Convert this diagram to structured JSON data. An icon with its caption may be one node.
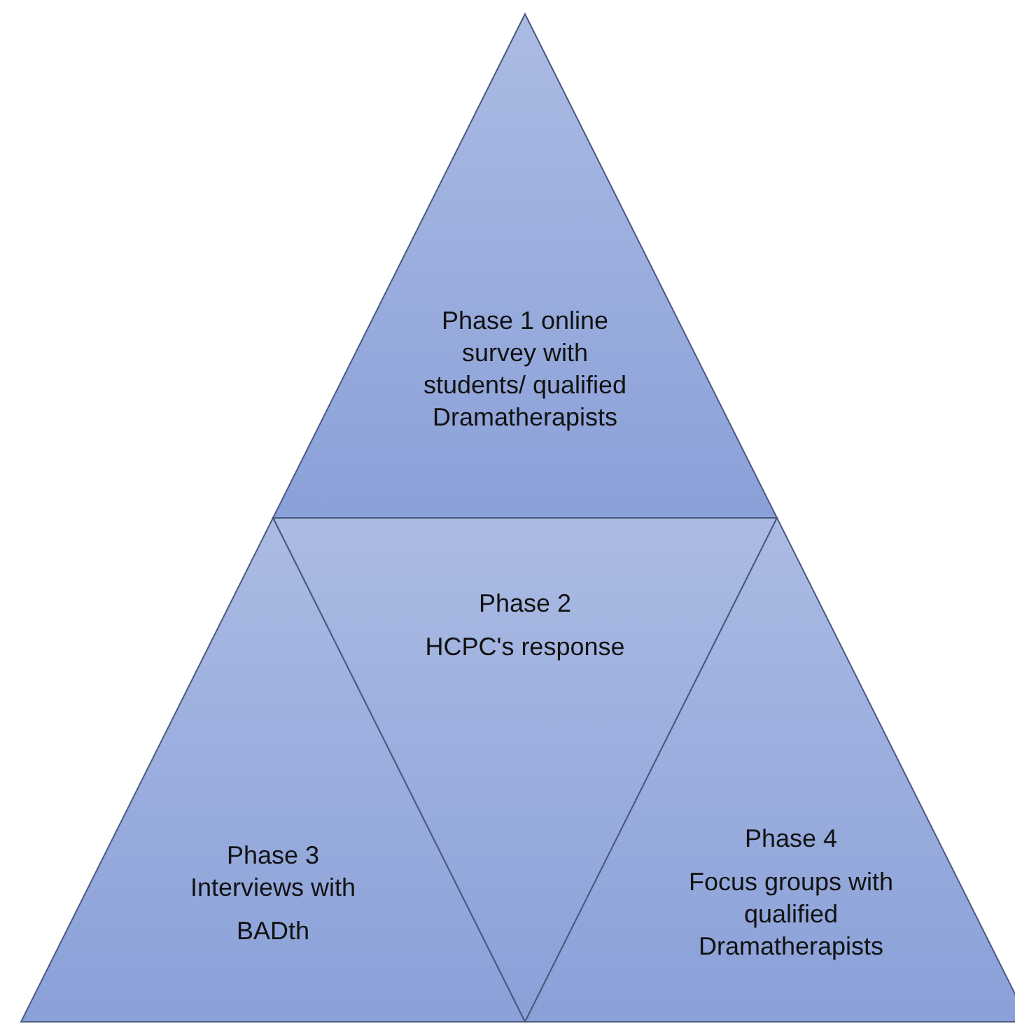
{
  "diagram": {
    "nodes": [
      {
        "text": [
          "Phase 1 online survey with students/ qualified Dramatherapists"
        ]
      },
      {
        "text": [
          "Phase 2",
          "HCPC's response"
        ]
      },
      {
        "text": [
          "Phase 3 Interviews with",
          "BADth"
        ]
      },
      {
        "text": [
          "Phase 4",
          "Focus groups with qualified Dramatherapists"
        ]
      }
    ]
  }
}
